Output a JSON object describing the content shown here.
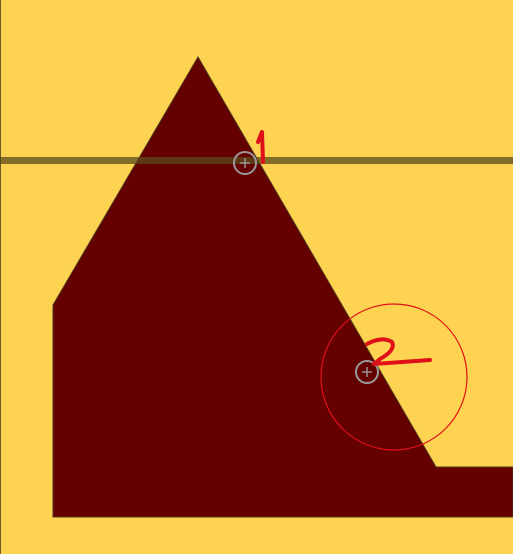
{
  "colors": {
    "background": "#fdd351",
    "shape_fill": "#650000",
    "shape_outline": "#5a4a1a",
    "guide_line": "#7a6520",
    "annotation_red": "#e0101a",
    "marker_stroke": "#9a9a9a"
  },
  "annotations": {
    "label_1": "1",
    "label_2": "2"
  },
  "markers": [
    {
      "name": "point-marker-1",
      "icon": "crosshair-circle-icon"
    },
    {
      "name": "point-marker-2",
      "icon": "crosshair-circle-icon"
    }
  ]
}
